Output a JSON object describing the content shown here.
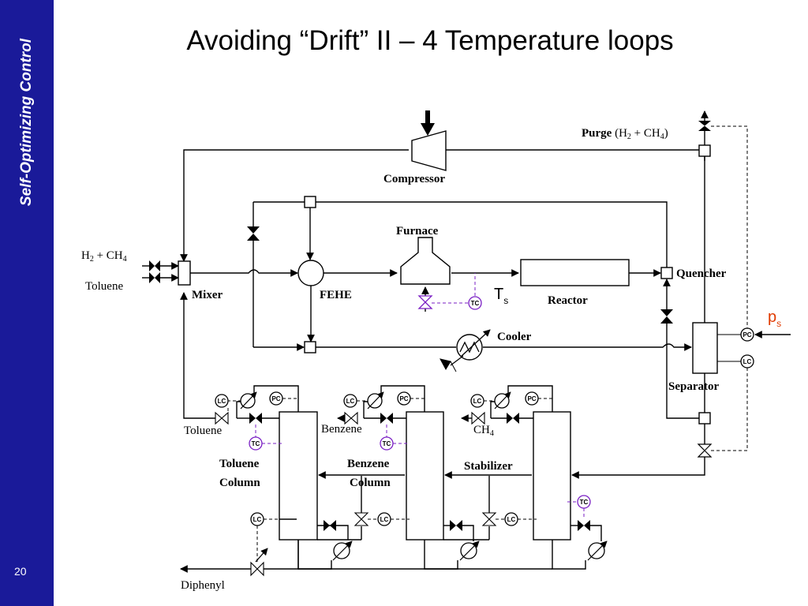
{
  "sidebar": {
    "title": "Self-Optimizing Control",
    "slide_number": "20"
  },
  "slide": {
    "title": "Avoiding “Drift” II –  4 Temperature loops"
  },
  "labels": {
    "compressor": "Compressor",
    "purge": "Purge",
    "purge_comp_open": "(H",
    "purge_comp_2": "2",
    "purge_comp_mid": " + CH",
    "purge_comp_4": "4",
    "purge_comp_close": ")",
    "feed_h2": "H",
    "feed_2": "2",
    "feed_mid": " + CH",
    "feed_4": "4",
    "toluene_feed": "Toluene",
    "mixer": "Mixer",
    "fehe": "FEHE",
    "furnace": "Furnace",
    "reactor": "Reactor",
    "quencher": "Quencher",
    "cooler": "Cooler",
    "separator": "Separator",
    "ts_main": "T",
    "ts_sub": "s",
    "ps_main": "p",
    "ps_sub": "s",
    "toluene_out": "Toluene",
    "benzene_out": "Benzene",
    "ch4_main": "CH",
    "ch4_sub": "4",
    "toluene_col_1": "Toluene",
    "toluene_col_2": "Column",
    "benzene_col_1": "Benzene",
    "benzene_col_2": "Column",
    "stabilizer": "Stabilizer",
    "diphenyl": "Diphenyl"
  },
  "controllers": {
    "lc": "LC",
    "pc": "PC",
    "tc": "TC"
  },
  "colors": {
    "sidebar": "#1a1a99",
    "tc_loop": "#7a1fc4",
    "ps_label": "#e03a00",
    "line": "#000000"
  }
}
